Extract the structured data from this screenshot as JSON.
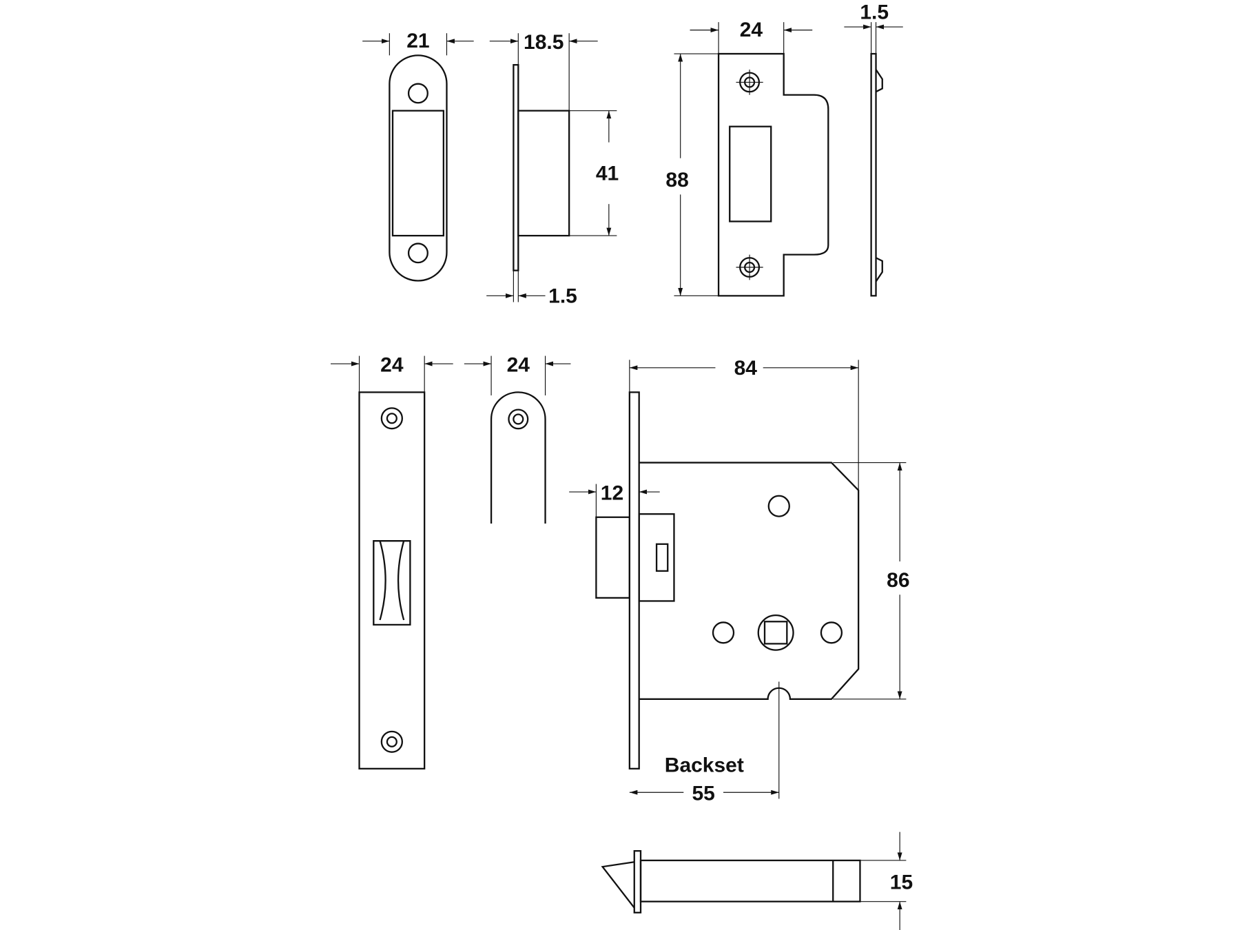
{
  "dimensions": {
    "keep_width": "21",
    "keep_depth": "18.5",
    "keep_height": "41",
    "keep_plate": "1.5",
    "strike_width": "24",
    "strike_height": "88",
    "strike_plate": "1.5",
    "forend_square_width": "24",
    "forend_radius_width": "24",
    "case_depth": "84",
    "latch_projection": "12",
    "case_height": "86",
    "backset": "55",
    "bolt_thickness": "15"
  },
  "labels": {
    "backset": "Backset"
  }
}
